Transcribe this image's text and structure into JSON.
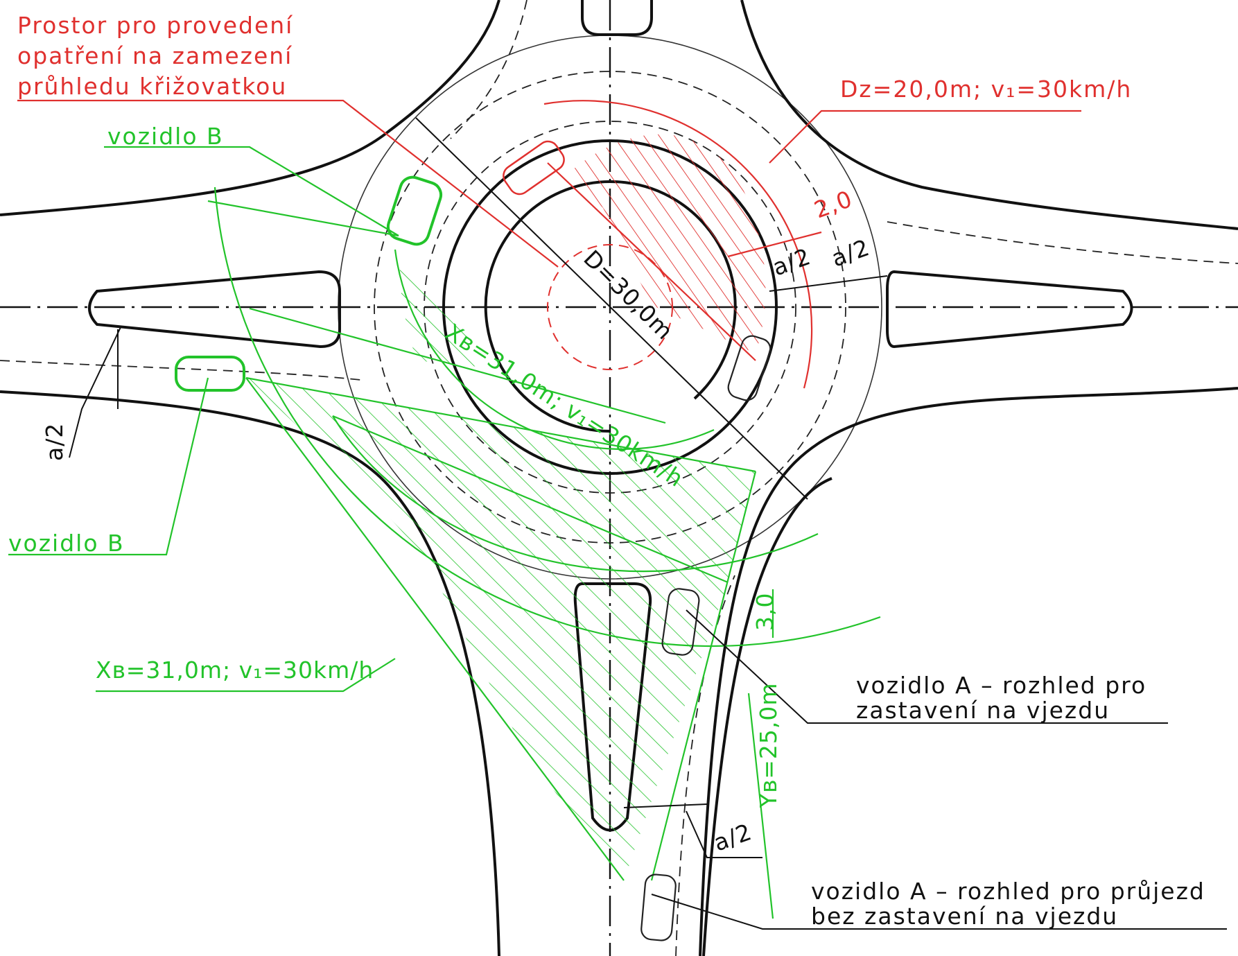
{
  "colors": {
    "red": "#e0302e",
    "green": "#22c32a",
    "black": "#111111"
  },
  "labels": {
    "prostor_line1": "Prostor pro provedení",
    "prostor_line2": "opatření na zamezení",
    "prostor_line3": "průhledu křižovatkou",
    "dz": "Dz=20,0m; v₁=30km/h",
    "vozidlo_b_top": "vozidlo B",
    "vozidlo_b_left": "vozidlo B",
    "d_diameter": "D=30,0m",
    "xb_inner": "Xʙ=31,0m; v₁=30km/h",
    "xb_outer": "Xʙ=31,0m; v₁=30km/h",
    "dim_2_0": "2,0",
    "dim_a2_1": "a/2",
    "dim_a2_2": "a/2",
    "dim_a2_left": "a/2",
    "dim_a2_bottom": "a/2",
    "dim_3_0": "3,0",
    "yb": "Yʙ=25,0m",
    "vozidlo_a_stop_line1": "vozidlo A – rozhled pro",
    "vozidlo_a_stop_line2": "zastavení na vjezdu",
    "vozidlo_a_pass_line1": "vozidlo A – rozhled pro průjezd",
    "vozidlo_a_pass_line2": "bez zastavení na vjezdu"
  }
}
